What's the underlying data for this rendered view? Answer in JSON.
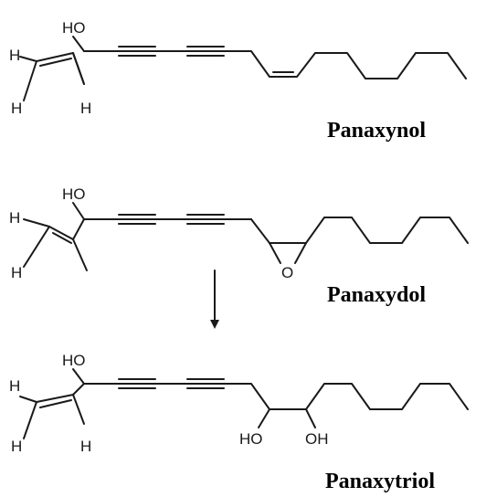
{
  "compounds": [
    {
      "name": "Panaxynol",
      "labels": {
        "oh1": "HO",
        "h_a": "H",
        "h_b": "H",
        "h_c": "H"
      }
    },
    {
      "name": "Panaxydol",
      "labels": {
        "oh1": "HO",
        "h_a": "H",
        "h_b": "H",
        "epoxide_o": "O"
      }
    },
    {
      "name": "Panaxytriol",
      "labels": {
        "oh1": "HO",
        "h_a": "H",
        "h_b": "H",
        "h_c": "H",
        "oh2": "HO",
        "oh3": "OH"
      }
    }
  ],
  "reaction_arrow": {
    "from": "Panaxydol",
    "to": "Panaxytriol"
  }
}
